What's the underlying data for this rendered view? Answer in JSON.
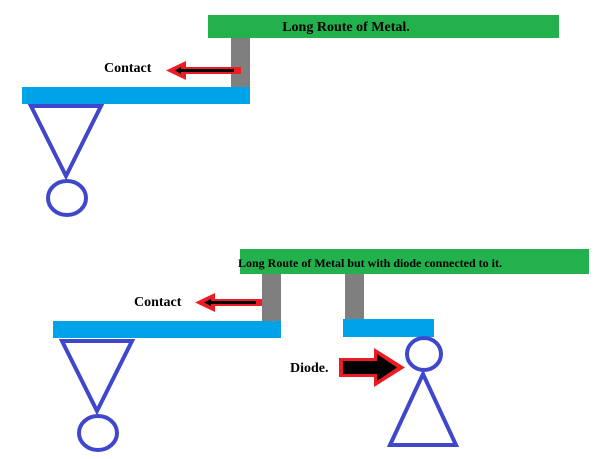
{
  "colors": {
    "metal": "#22b14c",
    "poly": "#00a2e8",
    "contact": "#7f7f7f",
    "transistor": "#3f48cc",
    "arrow_outline": "#ed1c24",
    "arrow_fill": "#000000",
    "text": "#000000"
  },
  "top": {
    "metal_label": "Long Route of Metal.",
    "contact_label": "Contact"
  },
  "bottom": {
    "metal_label": "Long Route of Metal but with diode connected to it.",
    "contact_label": "Contact",
    "diode_label": "Diode."
  }
}
